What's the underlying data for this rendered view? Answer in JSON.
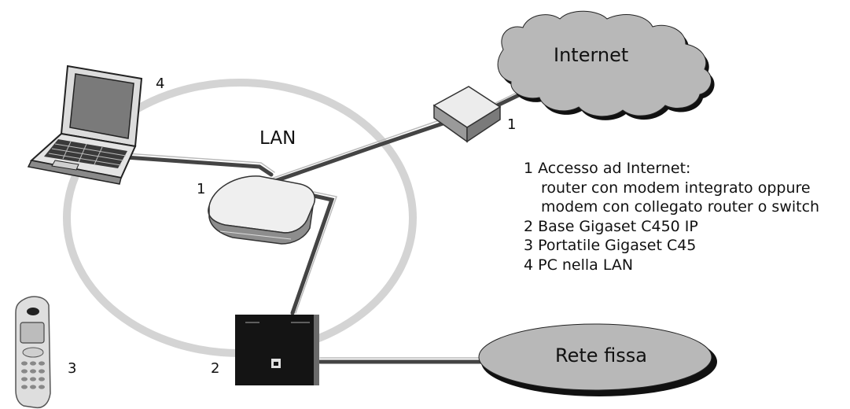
{
  "clouds": {
    "internet": "Internet",
    "landline": "Rete fissa"
  },
  "lan_label": "LAN",
  "device_numbers": {
    "router_top": "1",
    "router_center": "1",
    "laptop": "4",
    "base": "2",
    "handset": "3"
  },
  "legend": [
    "1 Accesso ad Internet:",
    "router con modem integrato oppure",
    "modem con collegato router o switch",
    "2 Base Gigaset C450 IP",
    "3 Portatile Gigaset C45",
    "4 PC nella LAN"
  ],
  "colors": {
    "ring": "#d4d4d4",
    "cable": "#444444",
    "cloud_fill": "#b8b8b8",
    "cloud_shadow": "#111111",
    "device_light": "#e9e9e9",
    "base_station": "#141414"
  }
}
